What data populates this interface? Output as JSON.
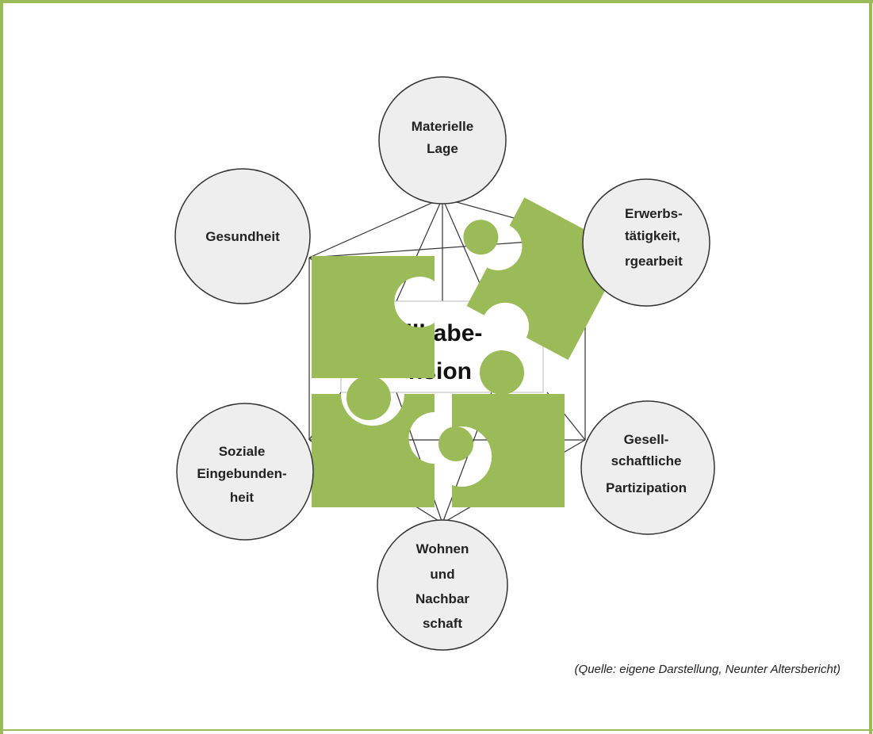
{
  "nodes": {
    "materielle": [
      "Materielle",
      "Lage"
    ],
    "erwerb": [
      "Erwerbs-",
      "tätigkeit,",
      "rgearbeit"
    ],
    "gesundheit": [
      "Gesundheit"
    ],
    "soziale": [
      "Soziale",
      "Eingebunden-",
      "heit"
    ],
    "gesell": [
      "Gesell-",
      "schaftliche",
      "Partizipation"
    ],
    "wohnen": [
      "Wohnen",
      "und",
      "Nachbar",
      "schaft"
    ]
  },
  "center": [
    "eilhabe-",
    "nsion"
  ],
  "caption": "(Quelle: eigene Darstellung, Neunter Altersbericht)",
  "colors": {
    "frame": "#9bbb59",
    "puzzle": "#9bbb59",
    "circle_fill": "#eeeeee",
    "circle_stroke": "#333333"
  }
}
